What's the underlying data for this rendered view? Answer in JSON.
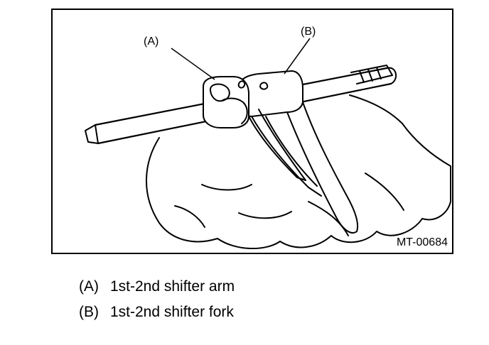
{
  "figure": {
    "callouts": [
      {
        "key": "(A)"
      },
      {
        "key": "(B)"
      }
    ],
    "code": "MT-00684"
  },
  "legend": [
    {
      "key": "(A)",
      "text": "1st-2nd shifter arm"
    },
    {
      "key": "(B)",
      "text": "1st-2nd shifter fork"
    }
  ]
}
